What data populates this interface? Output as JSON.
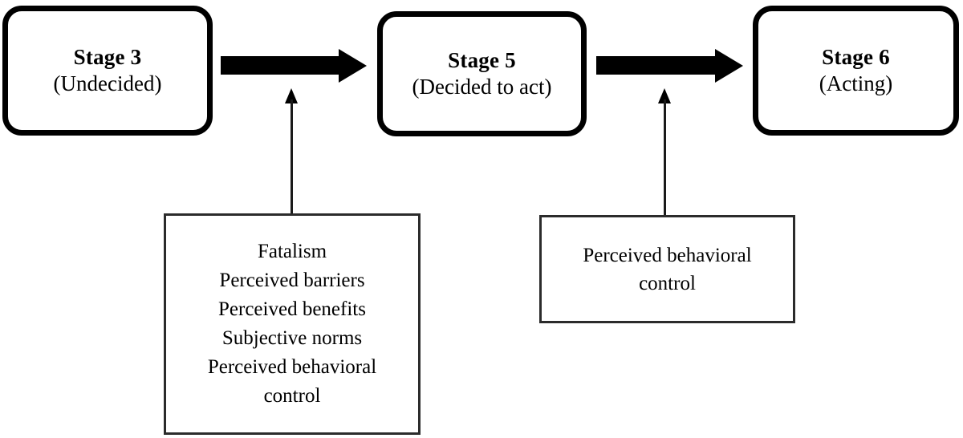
{
  "diagram": {
    "type": "flow-diagram",
    "stages": [
      {
        "title": "Stage 3",
        "subtitle": "(Undecided)"
      },
      {
        "title": "Stage 5",
        "subtitle": "(Decided to act)"
      },
      {
        "title": "Stage 6",
        "subtitle": "(Acting)"
      }
    ],
    "transitions": [
      {
        "from": "Stage 3",
        "to": "Stage 5",
        "style": "thick-block-arrow"
      },
      {
        "from": "Stage 5",
        "to": "Stage 6",
        "style": "thick-block-arrow"
      }
    ],
    "influences": [
      {
        "target_transition": "Stage 3 to Stage 5",
        "style": "thin-up-arrow"
      },
      {
        "target_transition": "Stage 5 to Stage 6",
        "style": "thin-up-arrow"
      }
    ],
    "factor_boxes": [
      {
        "name": "stage3-to-stage5-factors",
        "lines": [
          "Fatalism",
          "Perceived barriers",
          "Perceived benefits",
          "Subjective norms",
          "Perceived behavioral",
          "control"
        ]
      },
      {
        "name": "stage5-to-stage6-factors",
        "lines": [
          "Perceived behavioral",
          "control"
        ]
      }
    ],
    "colors": {
      "stroke": "#000000",
      "thin_stroke": "#2b2b2b",
      "background": "#ffffff",
      "text": "#000000"
    }
  }
}
